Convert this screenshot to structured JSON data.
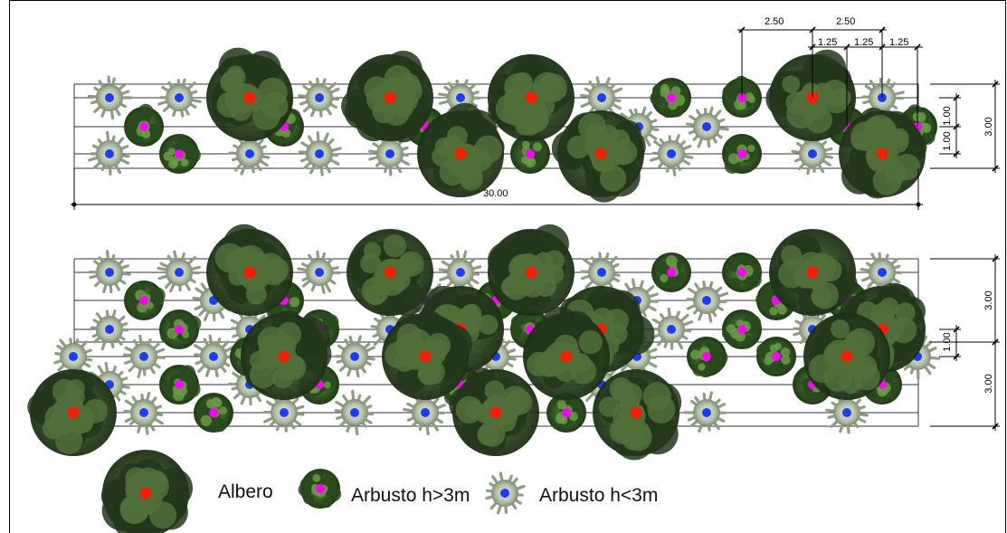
{
  "dimensions": {
    "spacing_2_50_a": "2.50",
    "spacing_2_50_b": "2.50",
    "spacing_1_25_a": "1.25",
    "spacing_1_25_b": "1.25",
    "spacing_1_25_c": "1.25",
    "row_1_00_a": "1.00",
    "row_1_00_b": "1.00",
    "width_top": "3.00",
    "length": "30.00",
    "width_mid": "3.00",
    "row_1_00_c": "1.00",
    "width_bottom": "3.00"
  },
  "legend": {
    "tree_label": "Albero",
    "tall_shrub_label": "Arbusto h>3m",
    "short_shrub_label": "Arbusto h<3m"
  },
  "colors": {
    "tree_dot": "#ff1a00",
    "tall_shrub_dot": "#ff00ff",
    "short_shrub_dot": "#1a3dff",
    "tree_foliage": "#2f4a22",
    "shrub_foliage": "#3d6b28",
    "short_shrub_foliage": "#b9c4b0"
  }
}
